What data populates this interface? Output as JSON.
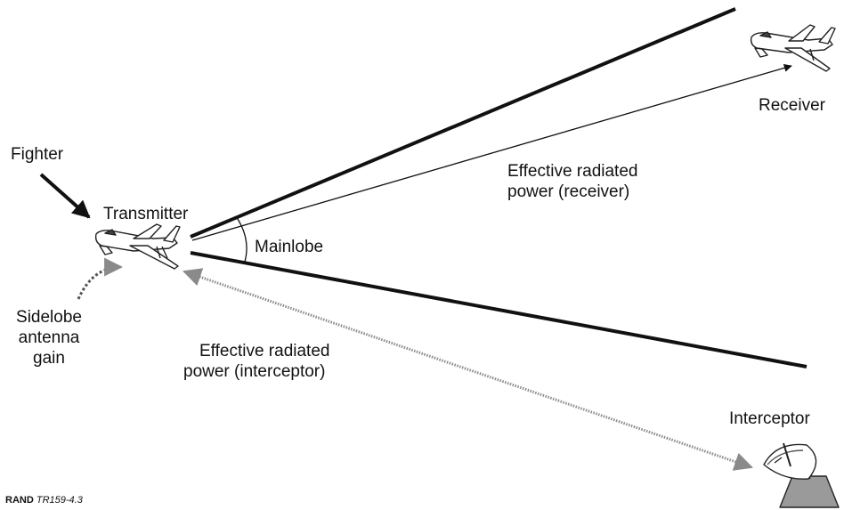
{
  "labels": {
    "fighter": "Fighter",
    "transmitter": "Transmitter",
    "mainlobe": "Mainlobe",
    "sidelobe": [
      "Sidelobe",
      "antenna",
      "gain"
    ],
    "erp_receiver": [
      "Effective radiated",
      "power (receiver)"
    ],
    "erp_interceptor": [
      "Effective radiated",
      "power (interceptor)"
    ],
    "receiver": "Receiver",
    "interceptor": "Interceptor"
  },
  "credit": {
    "org": "RAND",
    "id": "TR159-4.3"
  },
  "colors": {
    "ink": "#111111",
    "gray_arrow": "#8a8a8a",
    "dish_base": "#9a9a9a"
  },
  "icons": [
    "aircraft-icon",
    "radar-dish-icon"
  ]
}
